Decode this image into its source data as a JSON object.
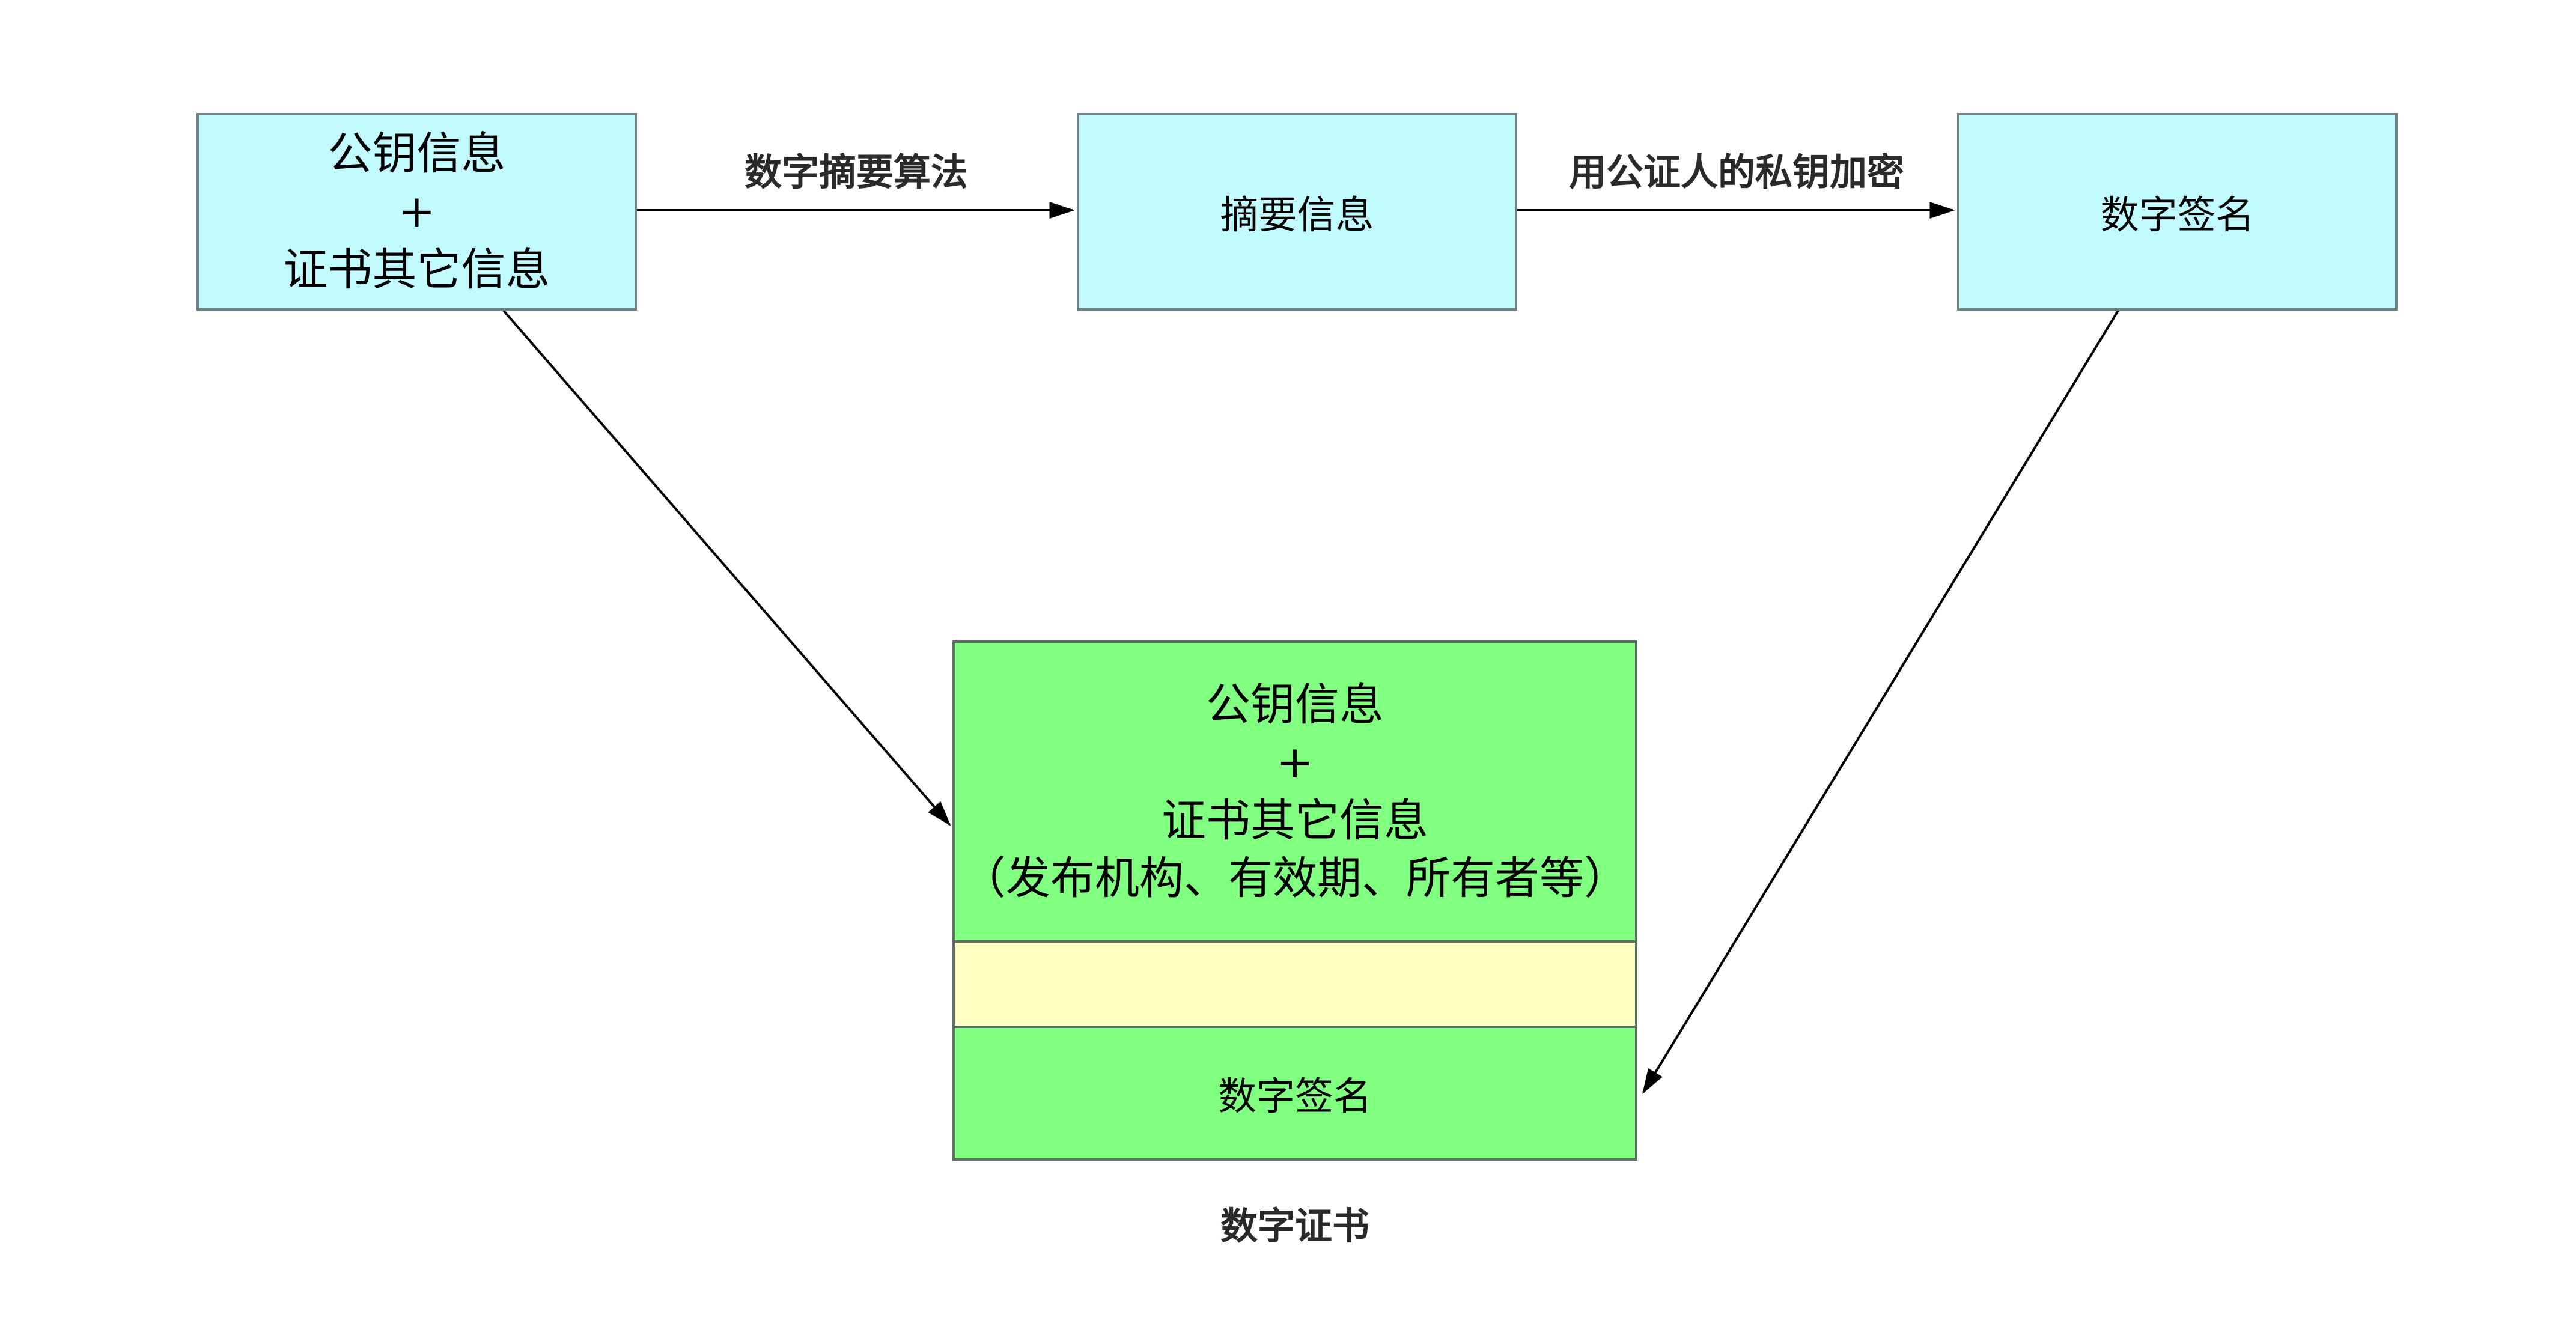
{
  "colors": {
    "source_box_fill": "#c2fbff",
    "certificate_fill": "#80ff80",
    "separator_fill": "#ffffc2",
    "edge_stroke": "#000000"
  },
  "nodes": {
    "pubkey_info": {
      "line1": "公钥信息",
      "line2": "+",
      "line3": "证书其它信息"
    },
    "digest_info": "摘要信息",
    "signature": "数字签名"
  },
  "edges": {
    "hash_label": "数字摘要算法",
    "encrypt_label": "用公证人的私钥加密"
  },
  "certificate": {
    "line1": "公钥信息",
    "line2": "+",
    "line3": "证书其它信息",
    "line4": "（发布机构、有效期、所有者等）",
    "separator_text": "",
    "signature_text": "数字签名",
    "caption": "数字证书"
  }
}
